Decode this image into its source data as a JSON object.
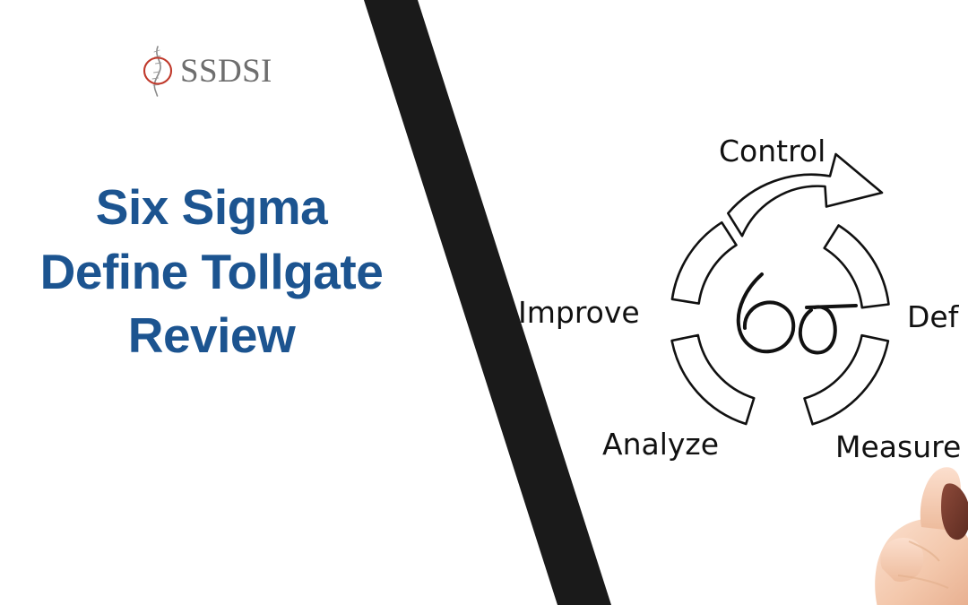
{
  "slide": {
    "background_color": "#ffffff",
    "accent_blue": "#1c5490",
    "stripe_color": "#1a1a1a",
    "logo_circle_color": "#c0392b",
    "wordmark_color": "#6e6e6e"
  },
  "logo": {
    "wordmark": "SSDSI",
    "mark_name": "ssdsi-spine-circle-logo"
  },
  "headline": {
    "line1": "Six Sigma",
    "line2": "Define Tollgate",
    "line3": "Review",
    "full_text": "Six Sigma Define Tollgate Review"
  },
  "diagram": {
    "name": "six-sigma-dmaic-cycle",
    "center_label": "6σ",
    "labels": {
      "control": "Control",
      "define": "Def",
      "measure": "Measure",
      "analyze": "Analyze",
      "improve": "Improve"
    },
    "stages": [
      "Define",
      "Measure",
      "Analyze",
      "Improve",
      "Control"
    ],
    "stroke_color": "#111111",
    "fill_color": "#ffffff"
  },
  "photo": {
    "hand_label": "hand-holding-marker"
  }
}
